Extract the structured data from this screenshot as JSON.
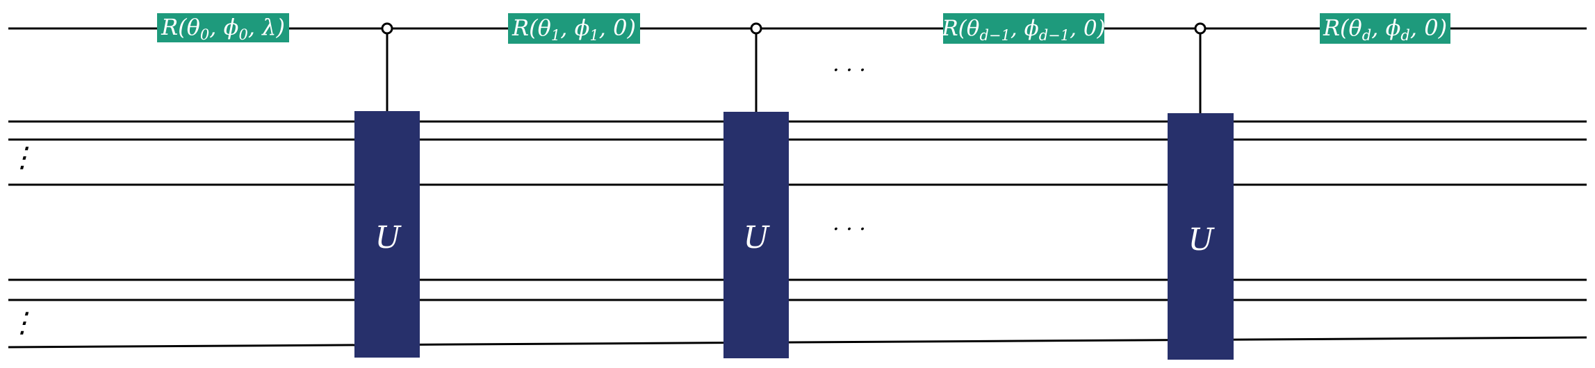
{
  "circuit": {
    "rotation_gates": [
      {
        "parts": [
          [
            "R(θ",
            ""
          ],
          [
            "0",
            "sub"
          ],
          [
            ", ϕ",
            ""
          ],
          [
            "0",
            "sub"
          ],
          [
            ", λ)",
            ""
          ]
        ]
      },
      {
        "parts": [
          [
            "R(θ",
            ""
          ],
          [
            "1",
            "sub"
          ],
          [
            ", ϕ",
            ""
          ],
          [
            "1",
            "sub"
          ],
          [
            ", 0)",
            ""
          ]
        ]
      },
      {
        "parts": [
          [
            "R(θ",
            ""
          ],
          [
            "d−1",
            "sub"
          ],
          [
            ", ϕ",
            ""
          ],
          [
            "d−1",
            "sub"
          ],
          [
            ", 0)",
            ""
          ]
        ]
      },
      {
        "parts": [
          [
            "R(θ",
            ""
          ],
          [
            "d",
            "sub"
          ],
          [
            ", ϕ",
            ""
          ],
          [
            "d",
            "sub"
          ],
          [
            ", 0)",
            ""
          ]
        ]
      }
    ],
    "unitary_label": "U",
    "ellipsis_horizontal": "· · ·",
    "ellipsis_vertical": "⋮"
  },
  "colors": {
    "rotation_gate": "#1e9a7c",
    "unitary_gate": "#27306b",
    "wire": "#000000",
    "gate_text": "#ffffff"
  }
}
